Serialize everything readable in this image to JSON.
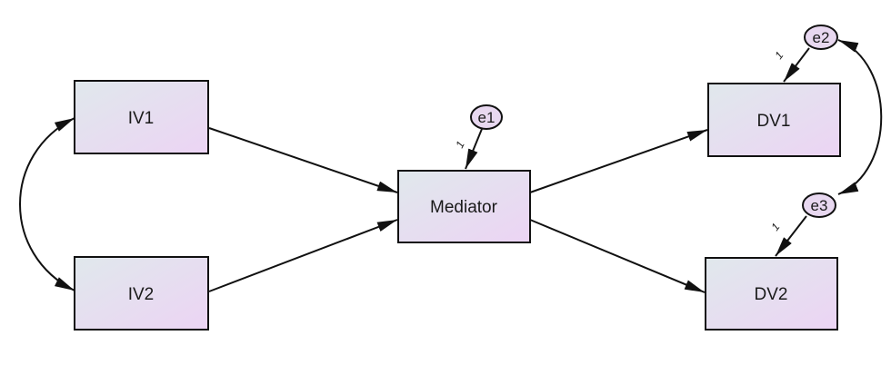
{
  "diagram": {
    "nodes": {
      "iv1": {
        "label": "IV1"
      },
      "iv2": {
        "label": "IV2"
      },
      "mediator": {
        "label": "Mediator"
      },
      "dv1": {
        "label": "DV1"
      },
      "dv2": {
        "label": "DV2"
      }
    },
    "errors": {
      "e1": {
        "label": "e1",
        "coefficient": "1"
      },
      "e2": {
        "label": "e2",
        "coefficient": "1"
      },
      "e3": {
        "label": "e3",
        "coefficient": "1"
      }
    },
    "paths": [
      {
        "from": "IV1",
        "to": "Mediator"
      },
      {
        "from": "IV2",
        "to": "Mediator"
      },
      {
        "from": "Mediator",
        "to": "DV1"
      },
      {
        "from": "Mediator",
        "to": "DV2"
      },
      {
        "from": "e1",
        "to": "Mediator"
      },
      {
        "from": "e2",
        "to": "DV1"
      },
      {
        "from": "e3",
        "to": "DV2"
      }
    ],
    "covariances": [
      {
        "between": [
          "IV1",
          "IV2"
        ]
      },
      {
        "between": [
          "e2",
          "e3"
        ]
      }
    ],
    "colors": {
      "box_gradient_start": "#e0e8ec",
      "box_gradient_end": "#ecd4f4",
      "error_fill": "#e8d8f0",
      "stroke": "#111111"
    }
  }
}
